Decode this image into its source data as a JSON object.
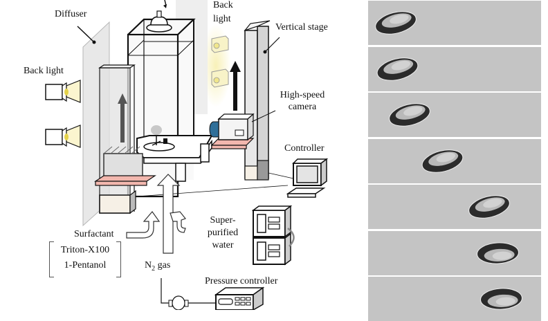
{
  "figure": {
    "left_panel": {
      "title": "Experimental setup schematic",
      "labels": {
        "diffuser": "Diffuser",
        "back_light_left": "Back light",
        "back_light_right_line1": "Back",
        "back_light_right_line2": "light",
        "vertical_stage": "Vertical stage",
        "high_speed_camera_line1": "High-speed",
        "high_speed_camera_line2": "camera",
        "controller": "Controller",
        "surfactant": "Surfactant",
        "surfactant_options": [
          "Triton-X100",
          "1-Pentanol"
        ],
        "n2_gas_prefix": "N",
        "n2_gas_sub": "2",
        "n2_gas_suffix": " gas",
        "super_purified_water_line1": "Super-",
        "super_purified_water_line2": "purified",
        "super_purified_water_line3": "water",
        "pressure_controller": "Pressure controller"
      },
      "colors": {
        "stage_base": "#f2b7ae",
        "lamp_glow": "#f7efb0",
        "camera_lens": "#2f6f99",
        "stage_bottom": "#f6f0e6"
      }
    },
    "right_panel": {
      "title": "Bubble image sequence",
      "frame_count": 7,
      "frames": [
        {
          "index": 1,
          "bubble_x_fraction": 0.16,
          "bubble_tilt": "right-up"
        },
        {
          "index": 2,
          "bubble_x_fraction": 0.17,
          "bubble_tilt": "right-up"
        },
        {
          "index": 3,
          "bubble_x_fraction": 0.24,
          "bubble_tilt": "right-up"
        },
        {
          "index": 4,
          "bubble_x_fraction": 0.43,
          "bubble_tilt": "right-up"
        },
        {
          "index": 5,
          "bubble_x_fraction": 0.7,
          "bubble_tilt": "right-up"
        },
        {
          "index": 6,
          "bubble_x_fraction": 0.75,
          "bubble_tilt": "flat"
        },
        {
          "index": 7,
          "bubble_x_fraction": 0.77,
          "bubble_tilt": "flat"
        }
      ]
    }
  }
}
